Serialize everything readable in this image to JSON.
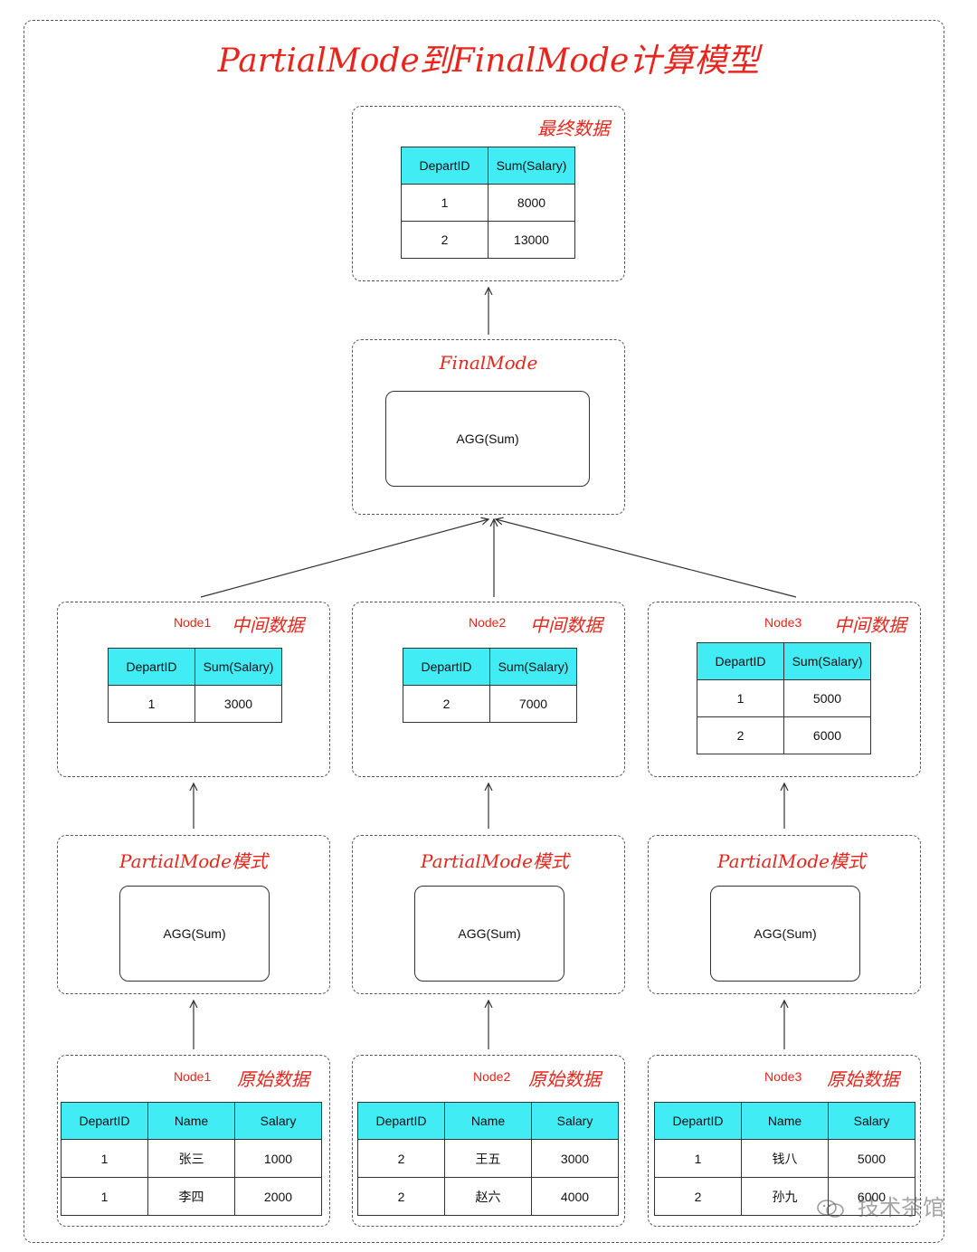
{
  "title": "PartialMode到FinalMode计算模型",
  "final_data": {
    "label": "最终数据",
    "headers": [
      "DepartID",
      "Sum(Salary)"
    ],
    "rows": [
      [
        "1",
        "8000"
      ],
      [
        "2",
        "13000"
      ]
    ]
  },
  "final_mode": {
    "label": "FinalMode",
    "agg": "AGG(Sum)"
  },
  "intermediate": [
    {
      "node": "Node1",
      "label": "中间数据",
      "headers": [
        "DepartID",
        "Sum(Salary)"
      ],
      "rows": [
        [
          "1",
          "3000"
        ]
      ]
    },
    {
      "node": "Node2",
      "label": "中间数据",
      "headers": [
        "DepartID",
        "Sum(Salary)"
      ],
      "rows": [
        [
          "2",
          "7000"
        ]
      ]
    },
    {
      "node": "Node3",
      "label": "中间数据",
      "headers": [
        "DepartID",
        "Sum(Salary)"
      ],
      "rows": [
        [
          "1",
          "5000"
        ],
        [
          "2",
          "6000"
        ]
      ]
    }
  ],
  "partial": [
    {
      "label": "PartialMode模式",
      "agg": "AGG(Sum)"
    },
    {
      "label": "PartialMode模式",
      "agg": "AGG(Sum)"
    },
    {
      "label": "PartialMode模式",
      "agg": "AGG(Sum)"
    }
  ],
  "raw": [
    {
      "node": "Node1",
      "label": "原始数据",
      "headers": [
        "DepartID",
        "Name",
        "Salary"
      ],
      "rows": [
        [
          "1",
          "张三",
          "1000"
        ],
        [
          "1",
          "李四",
          "2000"
        ]
      ]
    },
    {
      "node": "Node2",
      "label": "原始数据",
      "headers": [
        "DepartID",
        "Name",
        "Salary"
      ],
      "rows": [
        [
          "2",
          "王五",
          "3000"
        ],
        [
          "2",
          "赵六",
          "4000"
        ]
      ]
    },
    {
      "node": "Node3",
      "label": "原始数据",
      "headers": [
        "DepartID",
        "Name",
        "Salary"
      ],
      "rows": [
        [
          "1",
          "钱八",
          "5000"
        ],
        [
          "2",
          "孙九",
          "6000"
        ]
      ]
    }
  ],
  "watermark": "技术茶馆",
  "colors": {
    "accent": "#e8251c",
    "header_fill": "#42ecf5"
  }
}
